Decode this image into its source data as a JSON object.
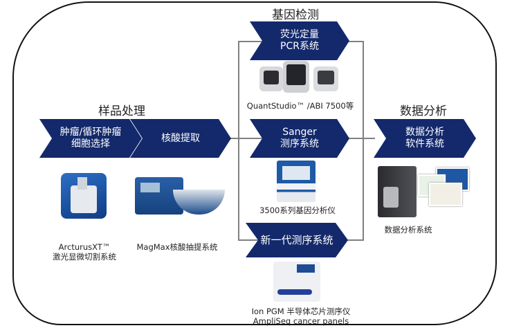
{
  "colors": {
    "chevron": "#13296b",
    "connector": "#808080",
    "frame": "#111111"
  },
  "sections": {
    "sample_processing": "样品处理",
    "gene_detection": "基因检测",
    "data_analysis": "数据分析"
  },
  "steps": {
    "tumor_cell_selection": [
      "肿瘤/循环肿瘤",
      "细胞选择"
    ],
    "nucleic_extraction": [
      "核酸提取"
    ],
    "qpcr": [
      "荧光定量",
      "PCR系统"
    ],
    "sanger": [
      "Sanger",
      "测序系统"
    ],
    "ngs": [
      "新一代测序系统"
    ],
    "analysis_software": [
      "数据分析",
      "软件系统"
    ]
  },
  "captions": {
    "arcturus": [
      "ArcturusXT™",
      "激光显微切割系统"
    ],
    "magmax": "MagMax核酸抽提系统",
    "quantstudio": "QuantStudio™ /ABI 7500等",
    "genetic_analyzer": "3500系列基因分析仪",
    "ion_pgm": [
      "Ion PGM 半导体芯片测序仪",
      "AmpliSeq cancer panels"
    ],
    "data_system": "数据分析系统"
  }
}
